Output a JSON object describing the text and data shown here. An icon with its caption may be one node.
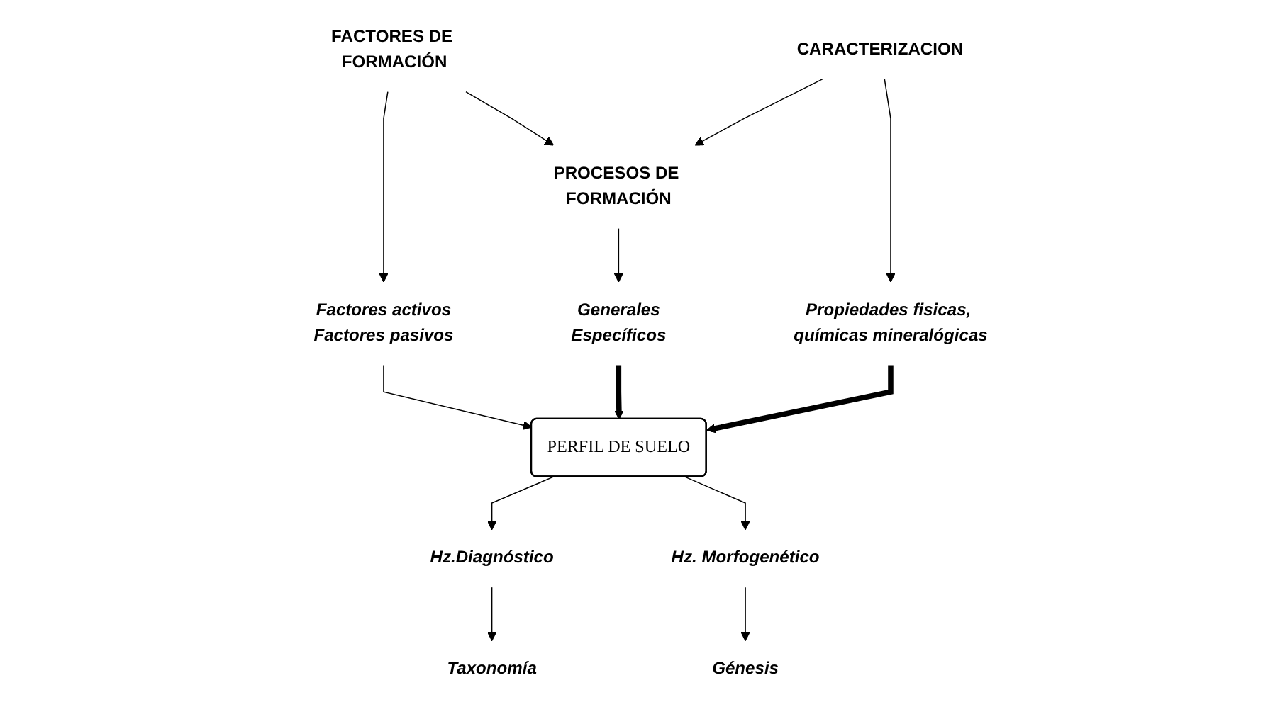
{
  "diagram": {
    "nodes": [
      {
        "text": [
          "FACTORES DE FORMACIÓN"
        ]
      },
      {
        "text": [
          "PROCESOS DE FORMACIÓN"
        ]
      },
      {
        "text": [
          "CARACTERIZACION"
        ]
      },
      {
        "text": [
          "Factores activos",
          "Factores pasivos"
        ]
      },
      {
        "text": [
          "Generales",
          "Específicos"
        ]
      },
      {
        "text": [
          "Propiedades fisicas, químicas mineralógicas"
        ]
      },
      {
        "text": [
          "PERFIL DE SUELO"
        ]
      },
      {
        "text": [
          "Hz.Diagnóstico"
        ]
      },
      {
        "text": [
          "Taxonomía"
        ]
      },
      {
        "text": [
          "Hz. Morfogenético"
        ]
      },
      {
        "text": [
          "Génesis"
        ]
      }
    ],
    "edges": [
      {
        "from": 0,
        "to": 1,
        "arrow": "to"
      },
      {
        "from": 2,
        "to": 1,
        "arrow": "to"
      },
      {
        "from": 0,
        "to": 3,
        "arrow": "to"
      },
      {
        "from": 1,
        "to": 4,
        "arrow": "to"
      },
      {
        "from": 2,
        "to": 5,
        "arrow": "to"
      },
      {
        "from": 3,
        "to": 6,
        "arrow": "to"
      },
      {
        "from": 4,
        "to": 6,
        "arrow": "to",
        "style": "thick"
      },
      {
        "from": 5,
        "to": 6,
        "arrow": "to",
        "style": "thick"
      },
      {
        "from": 6,
        "to": 7,
        "arrow": "to"
      },
      {
        "from": 6,
        "to": 9,
        "arrow": "to"
      },
      {
        "from": 7,
        "to": 8,
        "arrow": "to"
      },
      {
        "from": 9,
        "to": 10,
        "arrow": "to"
      }
    ]
  }
}
